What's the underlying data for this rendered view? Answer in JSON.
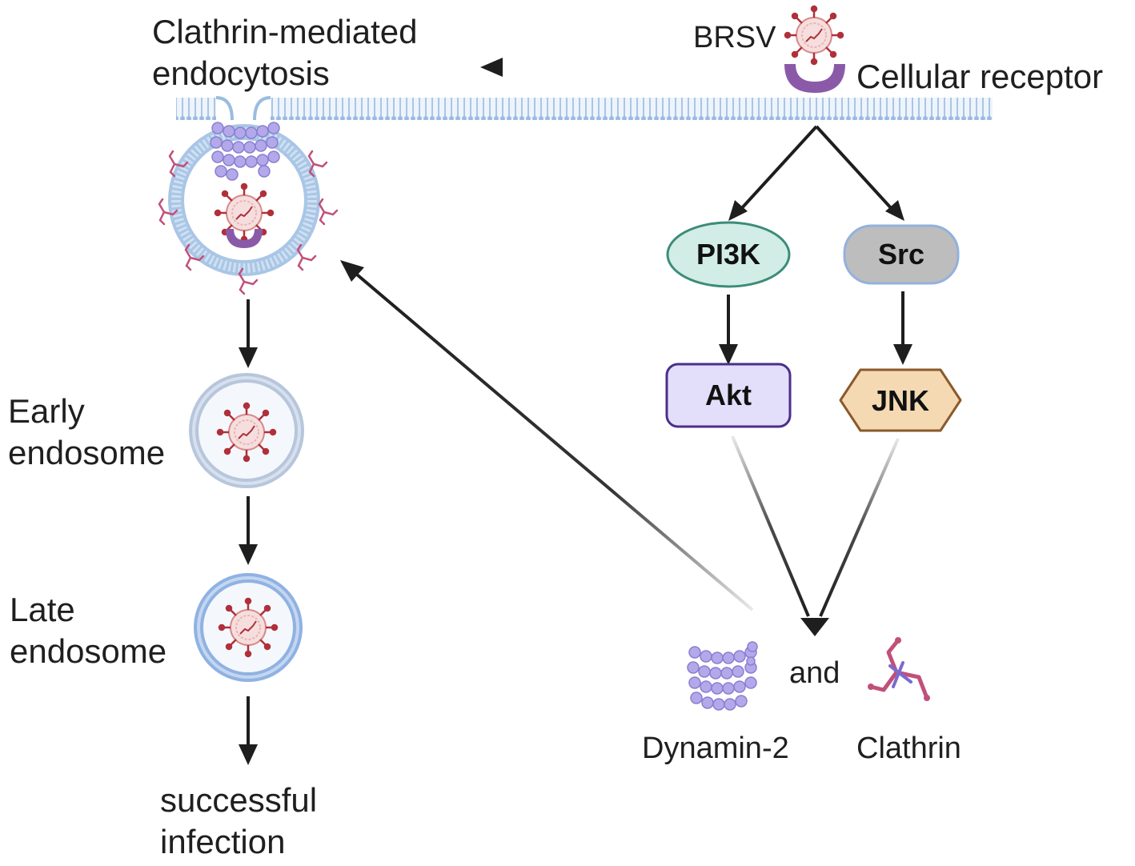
{
  "labels": {
    "cme_line1": "Clathrin-mediated",
    "cme_line2": "endocytosis",
    "brsv": "BRSV",
    "receptor": "Cellular receptor",
    "early_line1": "Early",
    "early_line2": "endosome",
    "late_line1": "Late",
    "late_line2": "endosome",
    "infection_line1": "successful",
    "infection_line2": "infection",
    "and": "and",
    "dynamin": "Dynamin-2",
    "clathrin": "Clathrin"
  },
  "nodes": {
    "pi3k": "PI3K",
    "src": "Src",
    "akt": "Akt",
    "jnk": "JNK"
  },
  "colors": {
    "pi3k_fill": "#d2ede6",
    "pi3k_stroke": "#3c8c78",
    "src_fill": "#bdbdbd",
    "src_stroke": "#93b1dd",
    "akt_fill": "#e3defa",
    "akt_stroke": "#4b2f8a",
    "jnk_fill": "#f4d9b3",
    "jnk_stroke": "#8a5a2b",
    "membrane": "#a9c6e6",
    "dynamin": "#a79ddf",
    "clathrin": "#c0507a",
    "virus": "#b0303a",
    "receptor": "#8a5aa8"
  }
}
